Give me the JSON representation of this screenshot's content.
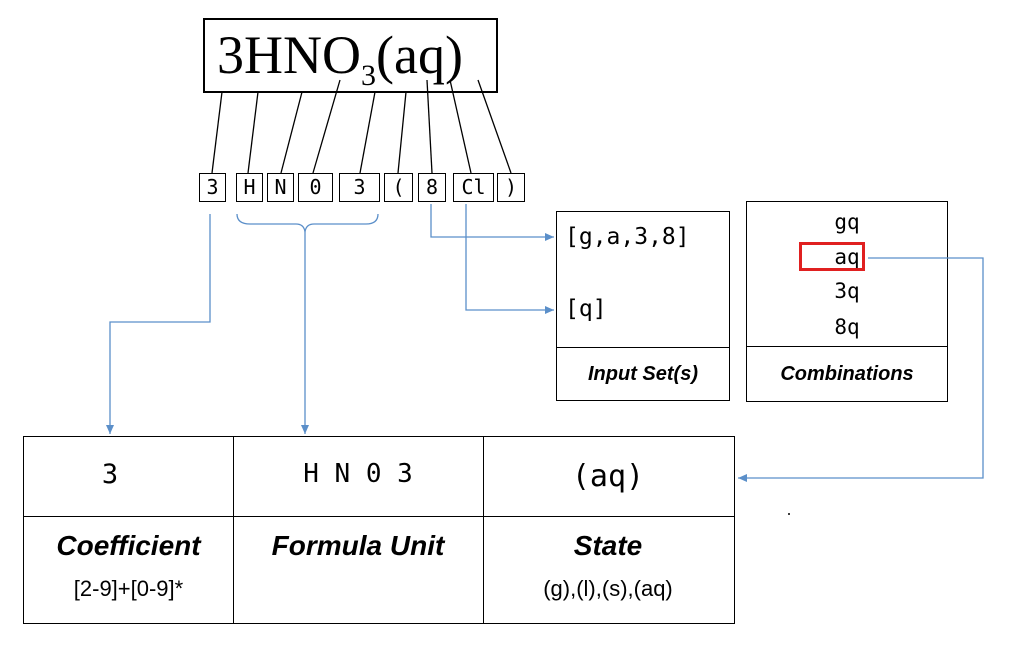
{
  "formula": {
    "main": "3HNO",
    "subscript": "3",
    "suffix": "(aq)"
  },
  "tokens": [
    "3",
    "H",
    "N",
    "0",
    "3",
    "(",
    "8",
    "Cl",
    ")"
  ],
  "input_sets": {
    "set1": "[g,a,3,8]",
    "set2": "[q]",
    "label": "Input Set(s)"
  },
  "combinations": {
    "items": [
      "gq",
      "aq",
      "3q",
      "8q"
    ],
    "selected": "aq",
    "label": "Combinations"
  },
  "table": {
    "coefficient_value": "3",
    "formula_unit_value": "H N 0 3",
    "state_value": "(aq)",
    "coefficient_label": "Coefficient",
    "coefficient_pattern": "[2-9]+[0-9]*",
    "formula_unit_label": "Formula Unit",
    "state_label": "State",
    "state_options": "(g),(l),(s),(aq)"
  },
  "colors": {
    "arrow": "#5b8fc9",
    "highlight": "#e02020",
    "line": "#000000"
  }
}
